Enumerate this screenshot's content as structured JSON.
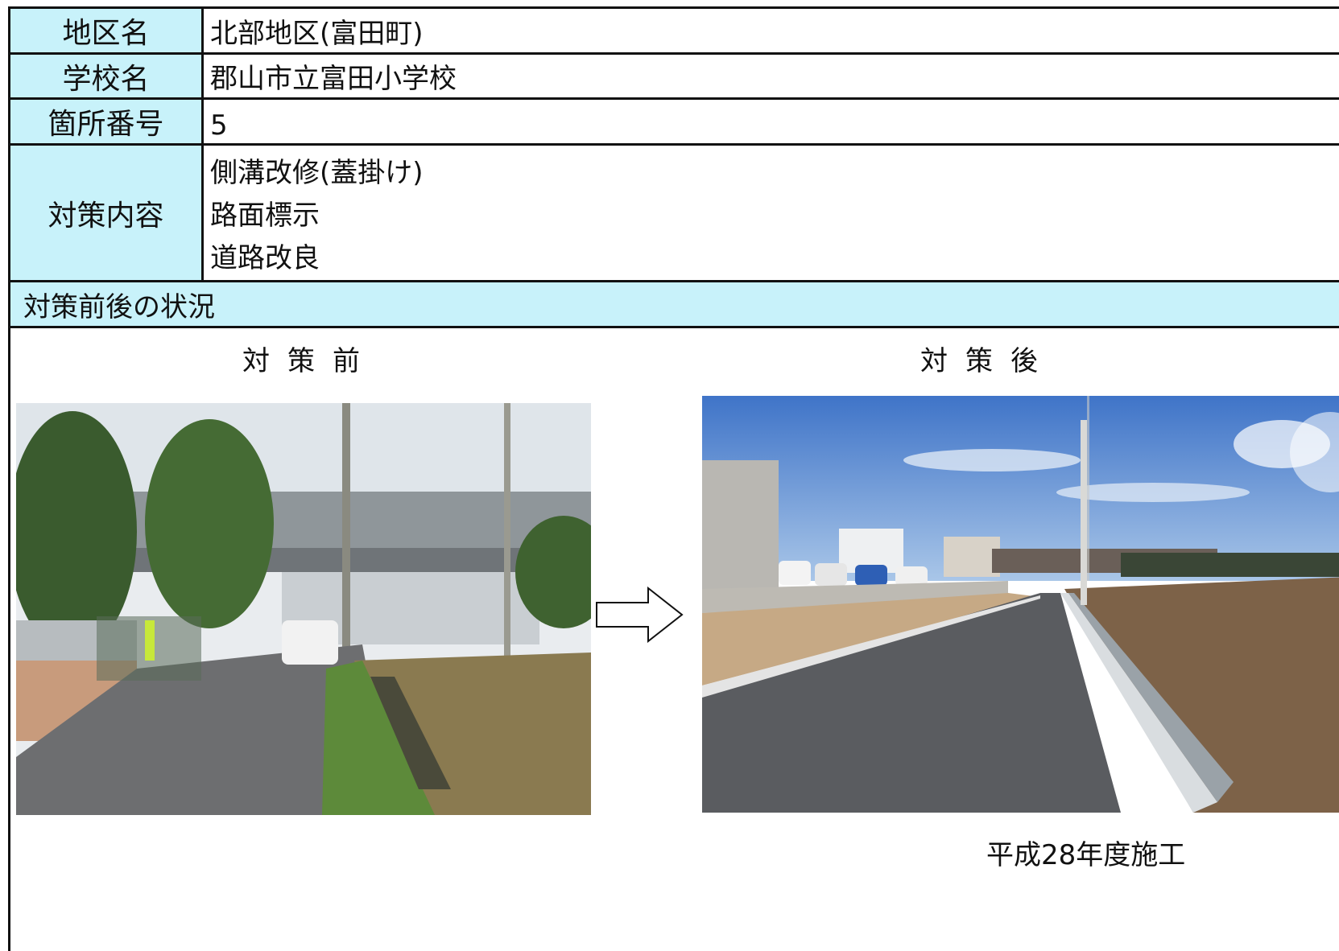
{
  "fields": {
    "district": {
      "label": "地区名",
      "value": "北部地区(富田町)"
    },
    "school": {
      "label": "学校名",
      "value": "郡山市立富田小学校"
    },
    "location_no": {
      "label": "箇所番号",
      "value": "5"
    },
    "measures": {
      "label": "対策内容",
      "items": [
        "側溝改修(蓋掛け)",
        "路面標示",
        "道路改良"
      ]
    }
  },
  "situation": {
    "title": "対策前後の状況",
    "before_caption": "対策前",
    "after_caption": "対策後",
    "construction_note": "平成28年度施工"
  },
  "icons": {
    "arrow": "right-arrow-icon"
  }
}
